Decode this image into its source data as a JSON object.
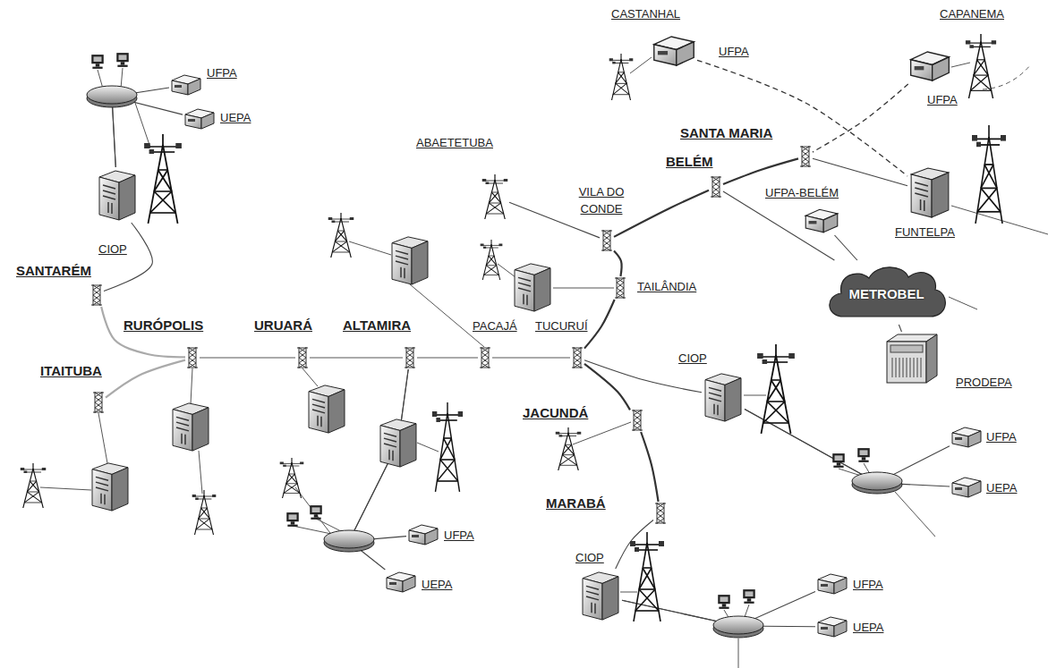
{
  "diagram": {
    "nodes": [
      {
        "text": [
          "CASTANHAL",
          "UFPA"
        ]
      },
      {
        "text": [
          "CAPANEMA",
          "UFPA"
        ]
      },
      {
        "text": [
          "UFPA"
        ]
      },
      {
        "text": [
          "UEPA"
        ]
      },
      {
        "text": [
          "ABAETETUBA"
        ]
      },
      {
        "text": [
          "SANTA MARIA"
        ]
      },
      {
        "text": [
          "BELÉM"
        ]
      },
      {
        "text": [
          "CIOP"
        ]
      },
      {
        "text": [
          "VILA DO CONDE"
        ]
      },
      {
        "text": [
          "UFPA-BELÉM"
        ]
      },
      {
        "text": [
          "FUNTELPA"
        ]
      },
      {
        "text": [
          "SANTARÉM"
        ]
      },
      {
        "text": [
          "TAILÂNDIA"
        ]
      },
      {
        "text": [
          "METROBEL"
        ]
      },
      {
        "text": [
          "RURÓPOLIS"
        ]
      },
      {
        "text": [
          "URUARÁ"
        ]
      },
      {
        "text": [
          "ALTAMIRA"
        ]
      },
      {
        "text": [
          "PACAJÁ"
        ]
      },
      {
        "text": [
          "TUCURUÍ"
        ]
      },
      {
        "text": [
          "CIOP"
        ]
      },
      {
        "text": [
          "PRODEPA"
        ]
      },
      {
        "text": [
          "ITAITUBA"
        ]
      },
      {
        "text": [
          "JACUNDÁ"
        ]
      },
      {
        "text": [
          "MARABÁ"
        ]
      },
      {
        "text": [
          "UFPA"
        ]
      },
      {
        "text": [
          "UEPA"
        ]
      },
      {
        "text": [
          "UFPA"
        ]
      },
      {
        "text": [
          "UEPA"
        ]
      },
      {
        "text": [
          "CIOP"
        ]
      },
      {
        "text": [
          "UFPA"
        ]
      },
      {
        "text": [
          "UEPA"
        ]
      }
    ],
    "edges": [
      {
        "from": 11,
        "to": 7,
        "arrow": "none"
      },
      {
        "from": 7,
        "to": 2,
        "arrow": "none"
      },
      {
        "from": 7,
        "to": 3,
        "arrow": "none"
      },
      {
        "from": 11,
        "to": 14,
        "arrow": "none"
      },
      {
        "from": 14,
        "to": 15,
        "arrow": "none"
      },
      {
        "from": 15,
        "to": 16,
        "arrow": "none"
      },
      {
        "from": 16,
        "to": 17,
        "arrow": "none"
      },
      {
        "from": 17,
        "to": 18,
        "arrow": "none"
      },
      {
        "from": 14,
        "to": 21,
        "arrow": "none"
      },
      {
        "from": 18,
        "to": 12,
        "arrow": "none"
      },
      {
        "from": 12,
        "to": 8,
        "arrow": "none"
      },
      {
        "from": 8,
        "to": 6,
        "arrow": "none"
      },
      {
        "from": 6,
        "to": 5,
        "arrow": "none"
      },
      {
        "from": 8,
        "to": 4,
        "arrow": "none"
      },
      {
        "from": 5,
        "to": 10,
        "arrow": "none"
      },
      {
        "from": 1,
        "to": 5,
        "arrow": "none"
      },
      {
        "from": 0,
        "to": 10,
        "arrow": "none"
      },
      {
        "from": 6,
        "to": 13,
        "arrow": "none"
      },
      {
        "from": 13,
        "to": 20,
        "arrow": "none"
      },
      {
        "from": 9,
        "to": 13,
        "arrow": "none"
      },
      {
        "from": 18,
        "to": 22,
        "arrow": "none"
      },
      {
        "from": 22,
        "to": 23,
        "arrow": "none"
      },
      {
        "from": 18,
        "to": 19,
        "arrow": "none"
      },
      {
        "from": 19,
        "to": 24,
        "arrow": "none"
      },
      {
        "from": 19,
        "to": 25,
        "arrow": "none"
      },
      {
        "from": 16,
        "to": 26,
        "arrow": "none"
      },
      {
        "from": 16,
        "to": 27,
        "arrow": "none"
      },
      {
        "from": 23,
        "to": 28,
        "arrow": "none"
      },
      {
        "from": 28,
        "to": 29,
        "arrow": "none"
      },
      {
        "from": 28,
        "to": 30,
        "arrow": "none"
      }
    ]
  }
}
